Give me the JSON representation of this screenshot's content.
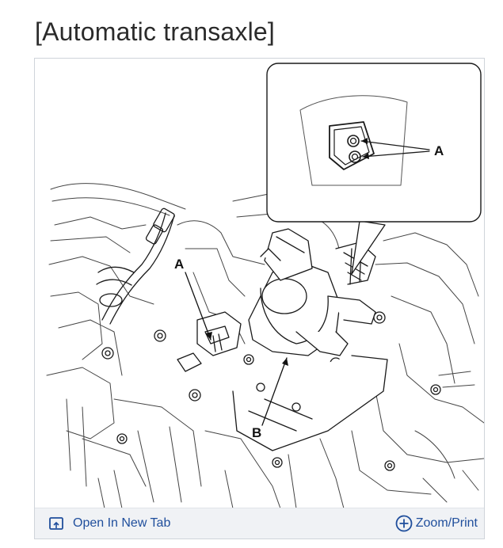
{
  "page": {
    "title": "[Automatic transaxle]"
  },
  "figure": {
    "callouts": {
      "a_main": "A",
      "a_inset": "A",
      "b": "B"
    }
  },
  "toolbar": {
    "open_label": "Open In New Tab",
    "open_icon": "open-new-tab-icon",
    "zoom_label": "Zoom/Print",
    "zoom_icon": "zoom-plus-icon",
    "link_color": "#1f4e9c"
  }
}
